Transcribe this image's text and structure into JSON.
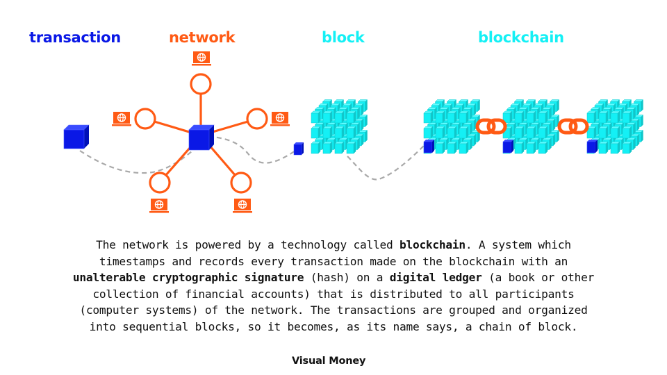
{
  "titles": {
    "transaction": "transaction",
    "network": "network",
    "block": "block",
    "blockchain": "blockchain"
  },
  "colors": {
    "transaction_blue": "#0a18e6",
    "network_orange": "#ff5a14",
    "block_cyan": "#14f0f5",
    "dashed_line": "#a9a9a9",
    "text": "#111111"
  },
  "diagram": {
    "network_nodes": 5,
    "block_grid": "4x3x4",
    "chain_blocks": 3,
    "chain_links": 2,
    "icons": [
      "cube-icon",
      "laptop-globe-icon",
      "node-circle-icon",
      "block-grid-icon",
      "chain-link-icon"
    ]
  },
  "paragraph": {
    "l1a": "The network is powered by a technology called ",
    "l1b": "blockchain",
    "l1c": ". A system which",
    "l2": "timestamps and records every transaction made on the blockchain with an",
    "l3a": "unalterable cryptographic signature",
    "l3b": " (hash) on a ",
    "l3c": "digital ledger",
    "l3d": " (a book or other",
    "l4": "collection of financial accounts) that is distributed to all participants",
    "l5": "(computer systems) of the network. The transactions are grouped and organized",
    "l6": "into sequential blocks, so it becomes, as its name says, a chain of block."
  },
  "logo": {
    "part1": "Visual M",
    "o": "o",
    "part2": "ney"
  }
}
